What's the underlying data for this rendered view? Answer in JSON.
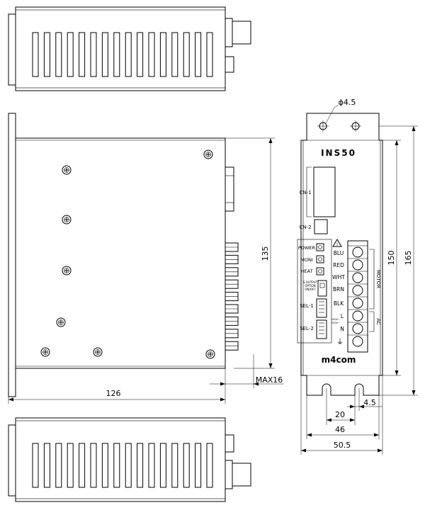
{
  "dimensions": {
    "hole_dia": "ϕ4.5",
    "depth_135": "135",
    "width_126": "126",
    "max_16": "MAX16",
    "height_150": "150",
    "height_165": "165",
    "pitch_20": "20",
    "slot_45": "4.5",
    "width_46": "46",
    "width_505": "50.5"
  },
  "panel": {
    "model": "INS50",
    "cn1": "CN-1",
    "cn2": "CN-2",
    "power": "POWER",
    "moni": "MONI",
    "heat": "HEAT",
    "sw_text": [
      "S.OUTPUT",
      "OPTION",
      "ON/OFF"
    ],
    "sel1": "SEL-1",
    "sel2": "SEL-2",
    "ac_small": [
      "100V~",
      "120V~"
    ],
    "terminals": [
      "BLU",
      "RED",
      "WHT",
      "BRN",
      "BLK",
      "L",
      "N"
    ],
    "ground": "⏚",
    "motor": "MOTOR",
    "ac": "AC",
    "brand": "m4com"
  }
}
